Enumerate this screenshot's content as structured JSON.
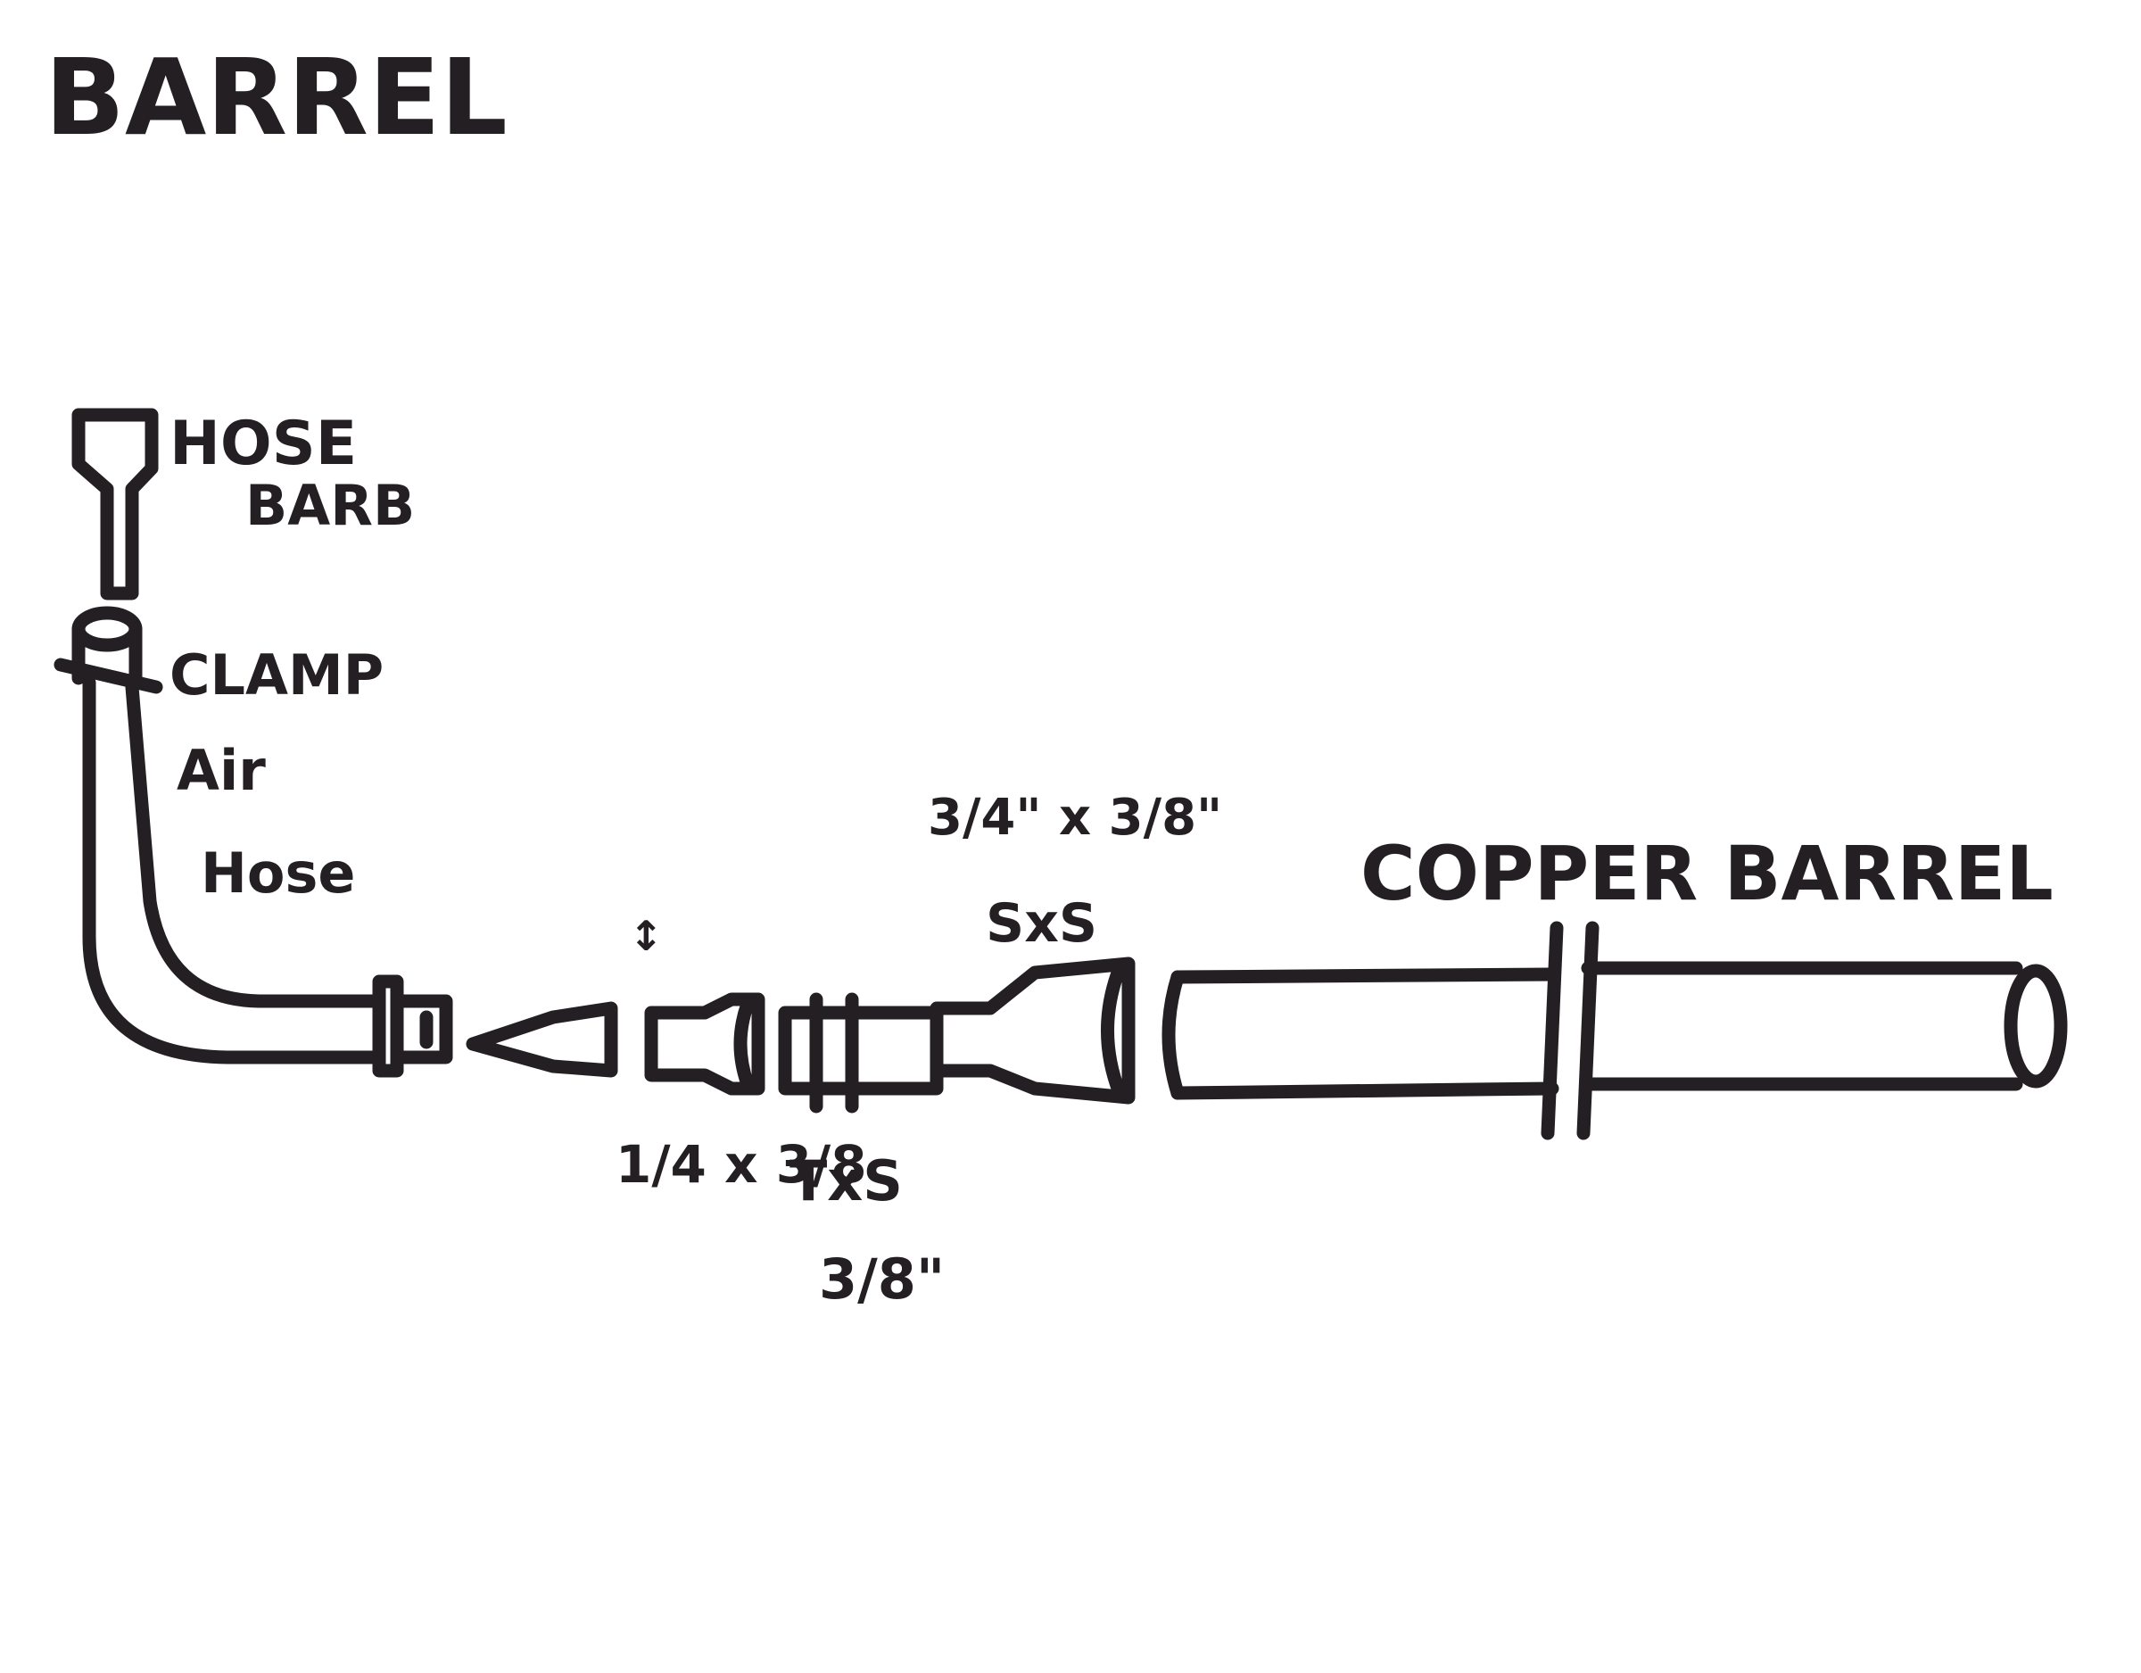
{
  "title": "BARREL",
  "labels": {
    "hose_barb_line1": "HOSE",
    "hose_barb_line2": "BARB",
    "clamp": "CLAMP",
    "air_hose_line1": "Air",
    "air_hose_line2": "Hose",
    "bushing_top": "3/4\" x 3/8\"",
    "bushing_bottom": "SxS",
    "small_fitting_note": "1/4 x 3/8",
    "adapter_note": "TxS",
    "coupling_note": "3/8\"",
    "copper_barrel": "COPPER BARREL"
  },
  "colors": {
    "ink": "#231f23",
    "paper": "#ffffff"
  }
}
